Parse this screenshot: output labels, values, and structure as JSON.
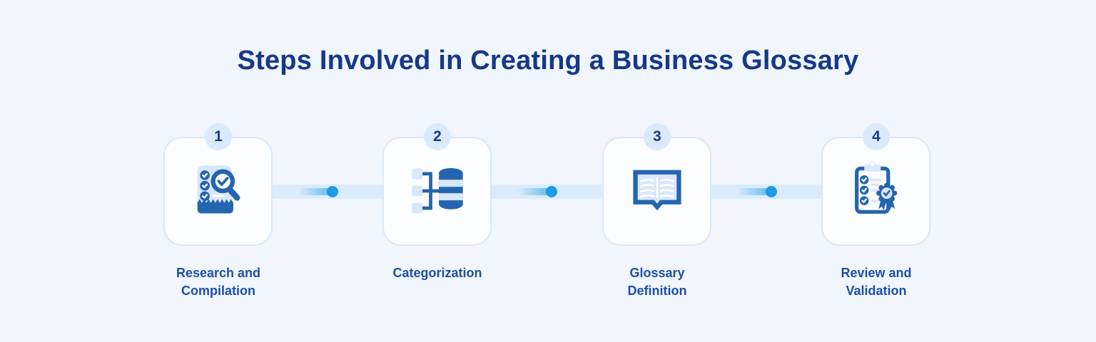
{
  "title": "Steps Involved in Creating a Business Glossary",
  "steps": [
    {
      "number": "1",
      "label": "Research and Compilation",
      "icon": "document-search-icon"
    },
    {
      "number": "2",
      "label": "Categorization",
      "icon": "database-hierarchy-icon"
    },
    {
      "number": "3",
      "label": "Glossary Definition",
      "icon": "open-book-icon"
    },
    {
      "number": "4",
      "label": "Review and Validation",
      "icon": "checklist-award-icon"
    }
  ],
  "connectors": {
    "count": 3,
    "style": "light-blue band with gradient comet dot"
  },
  "colors": {
    "background": "#f1f5fc",
    "card_fill": "#fbfdff",
    "card_border": "#d9e8f8",
    "badge_fill": "#d9eafc",
    "badge_number": "#1a3a85",
    "title_text": "#15388c",
    "label_text": "#1d4fa5",
    "icon_dark_blue": "#2565af",
    "icon_light_blue": "#d9e7fa",
    "connector_band": "#daecfc",
    "connector_dot": "#1e9be2"
  }
}
